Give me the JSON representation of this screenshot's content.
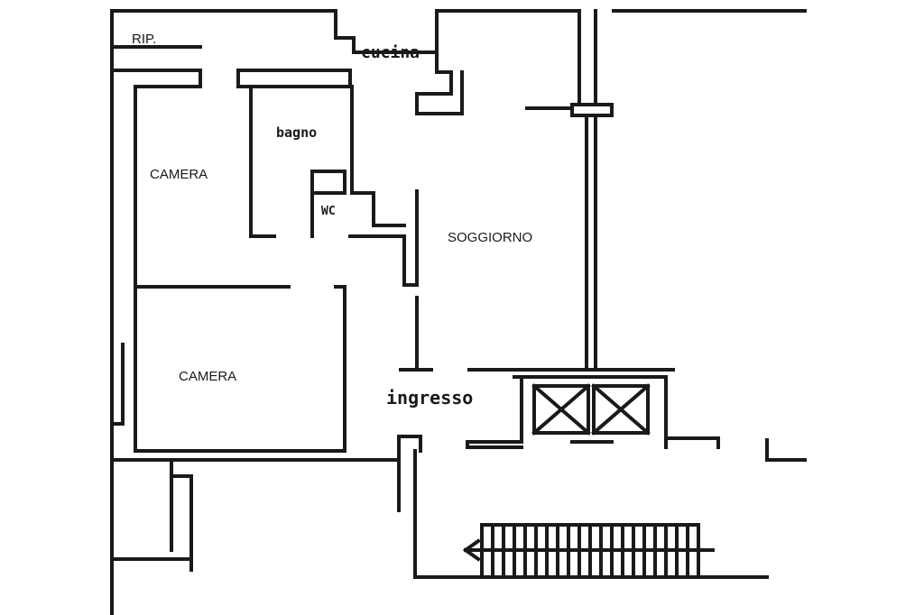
{
  "plan": {
    "rooms": {
      "rip": "RIP.",
      "cucina": "cucina",
      "bagno": "bagno",
      "wc": "WC",
      "camera_top": "CAMERA",
      "soggiorno": "SOGGIORNO",
      "camera_bottom": "CAMERA",
      "ingresso": "ingresso"
    },
    "colors": {
      "wall": "#1a1a1a",
      "background": "#ffffff"
    }
  }
}
